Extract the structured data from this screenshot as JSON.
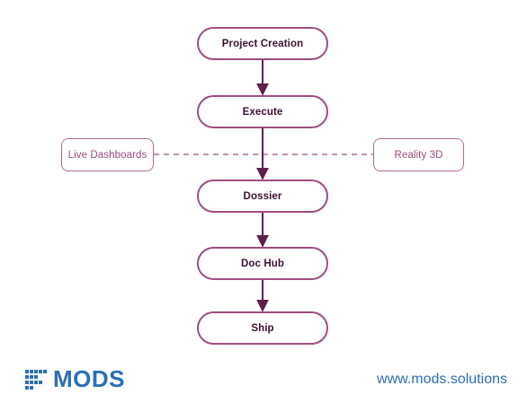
{
  "diagram": {
    "nodes": {
      "project_creation": "Project Creation",
      "execute": "Execute",
      "dossier": "Dossier",
      "doc_hub": "Doc Hub",
      "ship": "Ship",
      "live_dashboards": "Live Dashboards",
      "reality_3d": "Reality 3D"
    },
    "edges": [
      {
        "from": "Project Creation",
        "to": "Execute",
        "style": "solid-arrow"
      },
      {
        "from": "Execute",
        "to": "Dossier",
        "style": "solid-arrow"
      },
      {
        "from": "Dossier",
        "to": "Doc Hub",
        "style": "solid-arrow"
      },
      {
        "from": "Doc Hub",
        "to": "Ship",
        "style": "solid-arrow"
      },
      {
        "from": "Live Dashboards",
        "to": "Reality 3D",
        "style": "dashed"
      }
    ]
  },
  "footer": {
    "brand": "MODS",
    "website": "www.mods.solutions"
  },
  "colors": {
    "node_border": "#a04d82",
    "node_text": "#3c1131",
    "side_text": "#9a4a7c",
    "arrow": "#5e1f4c",
    "brand": "#2a6fb4"
  },
  "icons": {
    "logo": "mods-logo-icon"
  }
}
